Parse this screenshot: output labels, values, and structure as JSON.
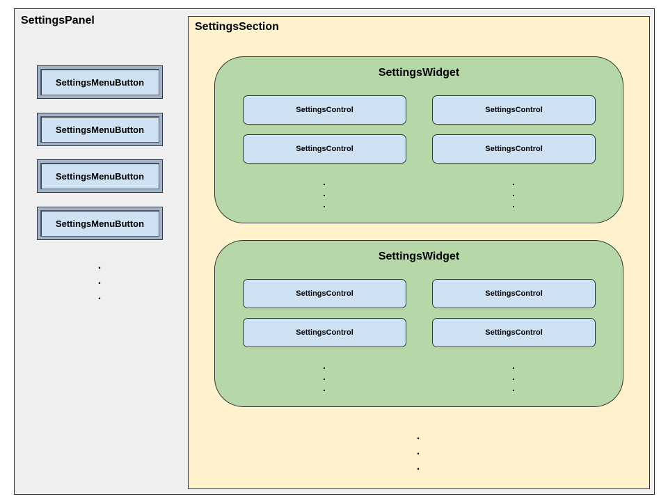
{
  "panel": {
    "title": "SettingsPanel",
    "menu_buttons": [
      {
        "label": "SettingsMenuButton"
      },
      {
        "label": "SettingsMenuButton"
      },
      {
        "label": "SettingsMenuButton"
      },
      {
        "label": "SettingsMenuButton"
      }
    ],
    "more_indicator": ".\n.\n."
  },
  "section": {
    "title": "SettingsSection",
    "widgets": [
      {
        "title": "SettingsWidget",
        "controls": [
          {
            "label": "SettingsControl"
          },
          {
            "label": "SettingsControl"
          },
          {
            "label": "SettingsControl"
          },
          {
            "label": "SettingsControl"
          }
        ],
        "more_indicator": ".\n.\n."
      },
      {
        "title": "SettingsWidget",
        "controls": [
          {
            "label": "SettingsControl"
          },
          {
            "label": "SettingsControl"
          },
          {
            "label": "SettingsControl"
          },
          {
            "label": "SettingsControl"
          }
        ],
        "more_indicator": ".\n.\n."
      }
    ],
    "more_indicator": ".\n.\n."
  },
  "colors": {
    "panel_bg": "#efefef",
    "section_bg": "#fff2cc",
    "widget_bg": "#b6d7a8",
    "control_bg": "#cfe2f3"
  }
}
